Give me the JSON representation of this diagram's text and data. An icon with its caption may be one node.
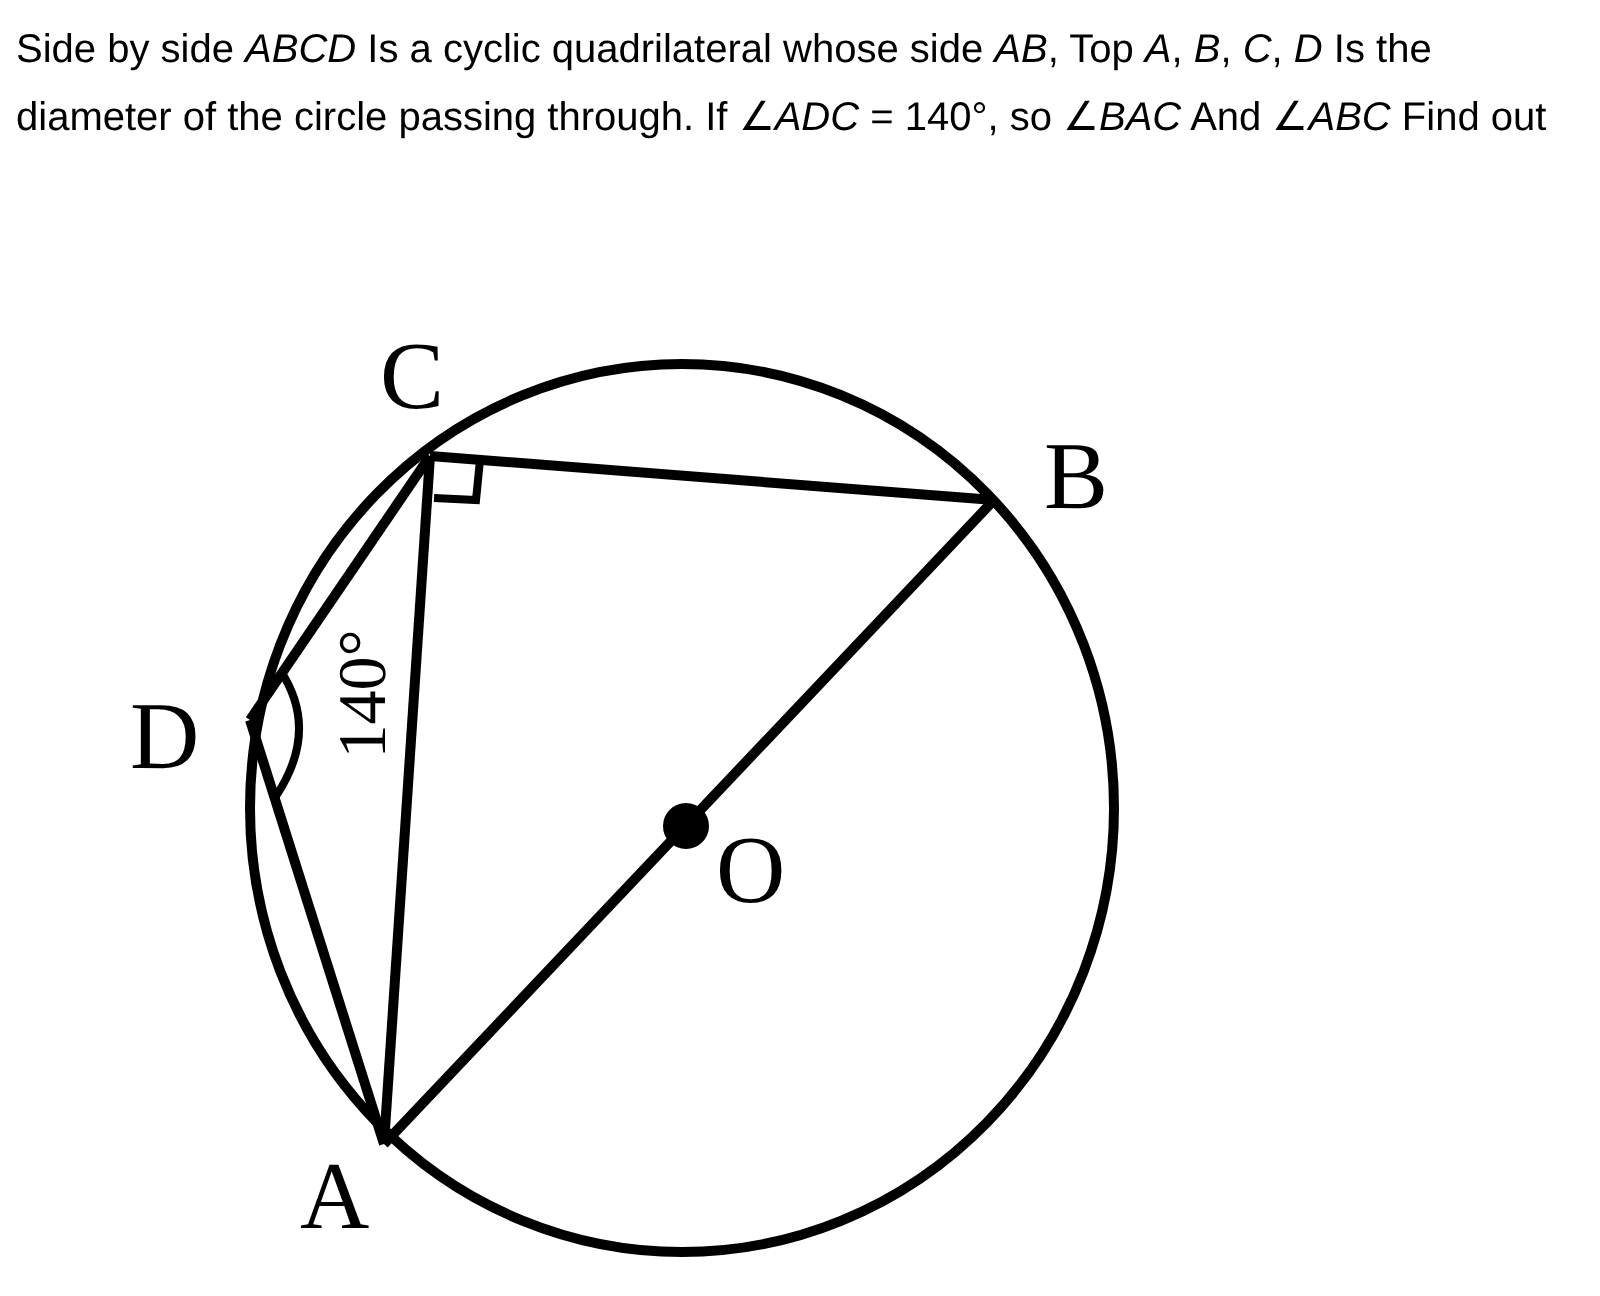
{
  "diagram": {
    "title": "Side by side *ABCD* Is a cyclic quadrilateral whose side *AB*, Top *A*, *B*, *C*, *D* Is the diameter of the circle passing through. If ∠*ADC* = 140°, so ∠*BAC* And ∠*ABC* Find out",
    "labels": [
      "C",
      "B",
      "D",
      "140°",
      "O",
      "A"
    ]
  }
}
